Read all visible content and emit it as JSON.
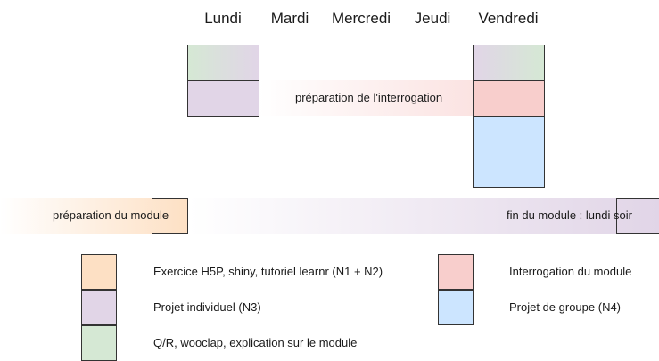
{
  "days": [
    "Lundi",
    "Mardi",
    "Mercredi",
    "Jeudi",
    "Vendredi"
  ],
  "bands": {
    "interrogation_prep": "préparation de l'interrogation",
    "module_prep": "préparation du module",
    "module_end": "fin du module : lundi soir"
  },
  "legend": [
    {
      "label": "Exercice H5P, shiny, tutoriel learnr (N1 + N2)",
      "color": "#fde0c4"
    },
    {
      "label": "Projet individuel (N3)",
      "color": "#e1d5e7"
    },
    {
      "label": "Q/R, wooclap, explication sur le module",
      "color": "#d5e8d4"
    },
    {
      "label": "Interrogation du module",
      "color": "#f8cecc"
    },
    {
      "label": "Projet de groupe (N4)",
      "color": "#cce5ff"
    }
  ],
  "colors": {
    "orange": "#fde0c4",
    "purple": "#e1d5e7",
    "green": "#d5e8d4",
    "red": "#f8cecc",
    "blue": "#cce5ff"
  }
}
